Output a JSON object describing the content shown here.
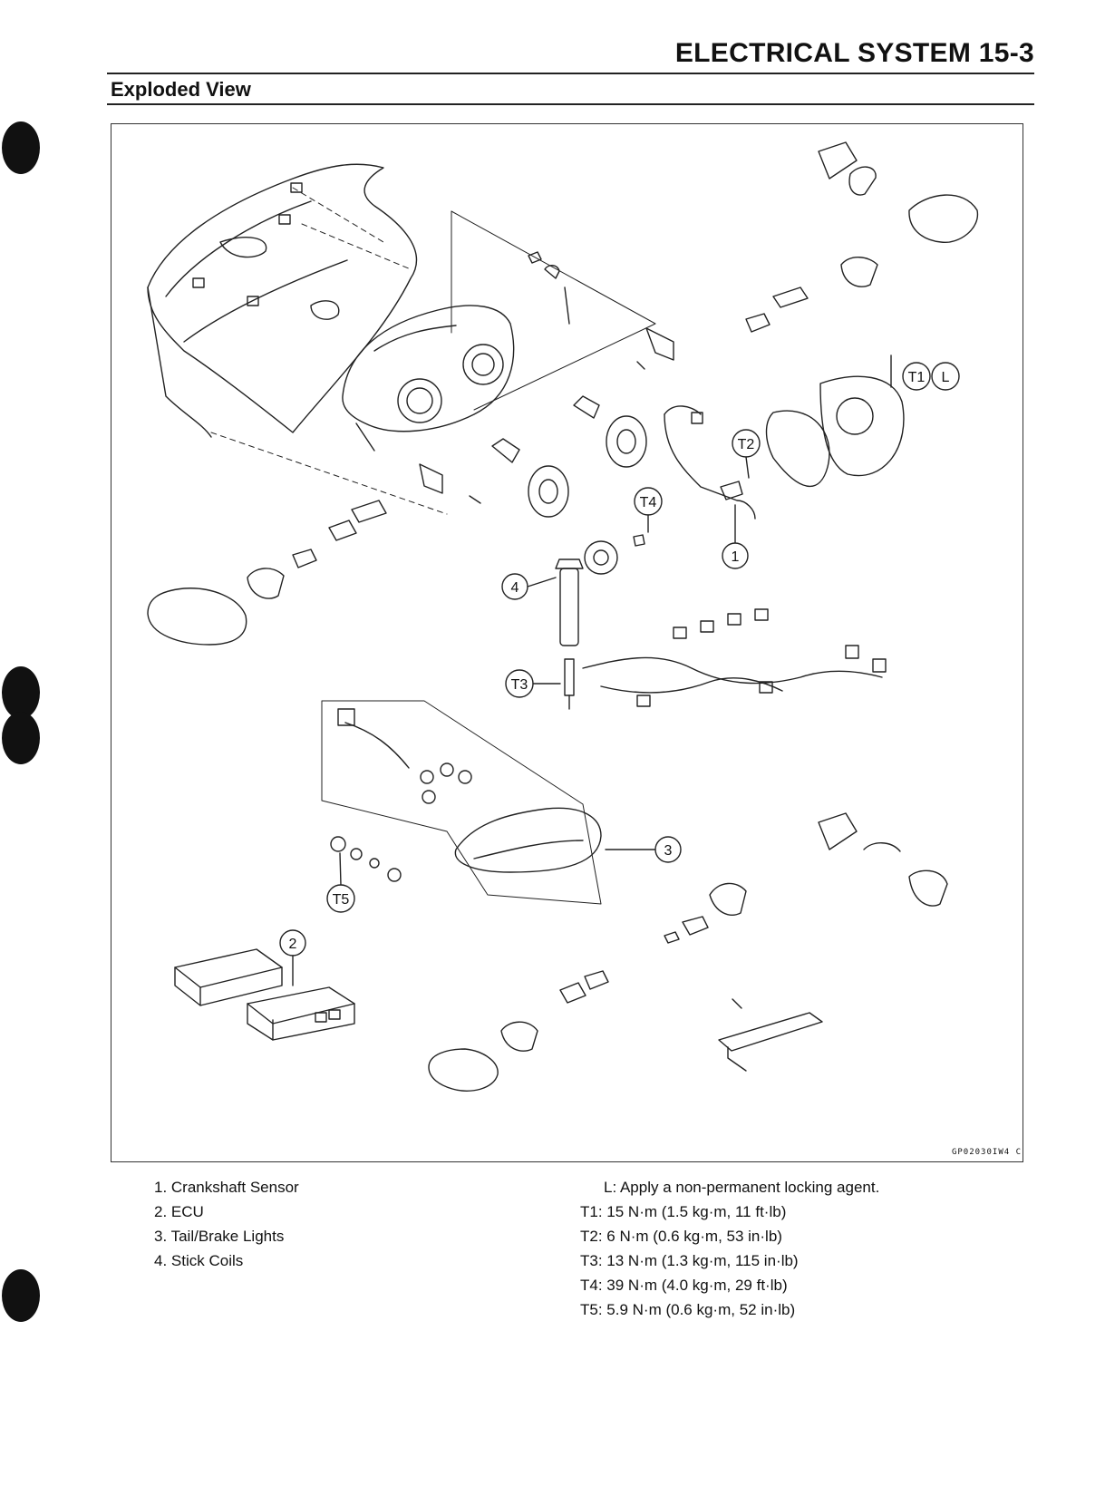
{
  "header": {
    "title": "ELECTRICAL SYSTEM 15-3",
    "section": "Exploded View"
  },
  "diagram": {
    "figure_code": "GP02030IW4 C",
    "callouts": {
      "c1": "1",
      "c2": "2",
      "c3": "3",
      "c4": "4",
      "t1": "T1",
      "l": "L",
      "t2": "T2",
      "t3": "T3",
      "t4": "T4",
      "t5": "T5"
    }
  },
  "legend": {
    "parts": [
      "1. Crankshaft Sensor",
      "2. ECU",
      "3. Tail/Brake Lights",
      "4. Stick Coils"
    ],
    "notes": [
      "L: Apply a non-permanent locking agent.",
      "T1: 15 N·m (1.5 kg·m, 11 ft·lb)",
      "T2: 6 N·m (0.6 kg·m, 53 in·lb)",
      "T3: 13 N·m (1.3 kg·m, 115 in·lb)",
      "T4: 39 N·m (4.0 kg·m, 29 ft·lb)",
      "T5: 5.9 N·m (0.6 kg·m, 52 in·lb)"
    ]
  }
}
